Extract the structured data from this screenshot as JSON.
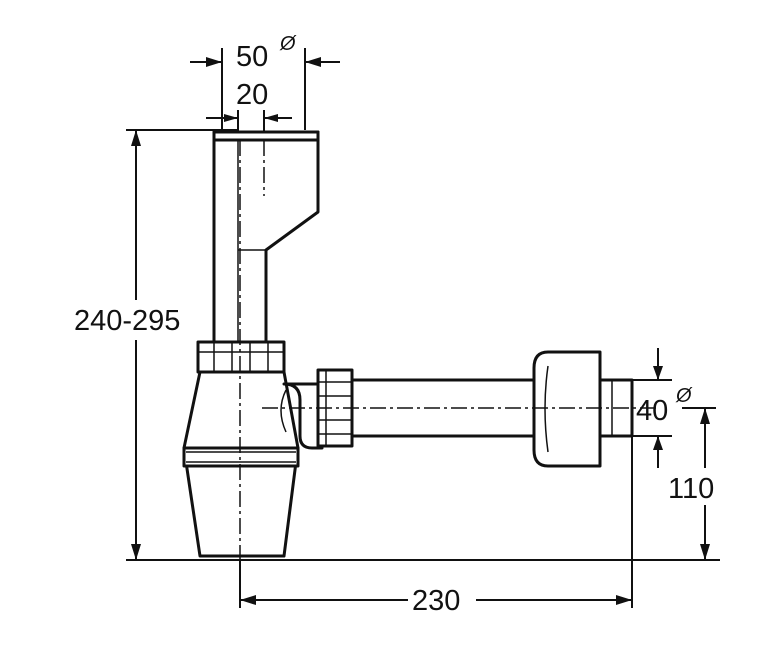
{
  "dimensions": {
    "top_diameter": "50",
    "top_diameter_symbol": "Ø",
    "top_offset": "20",
    "height_range": "240-295",
    "outlet_diameter": "40",
    "outlet_diameter_symbol": "Ø",
    "outlet_height": "110",
    "outlet_length": "230"
  }
}
